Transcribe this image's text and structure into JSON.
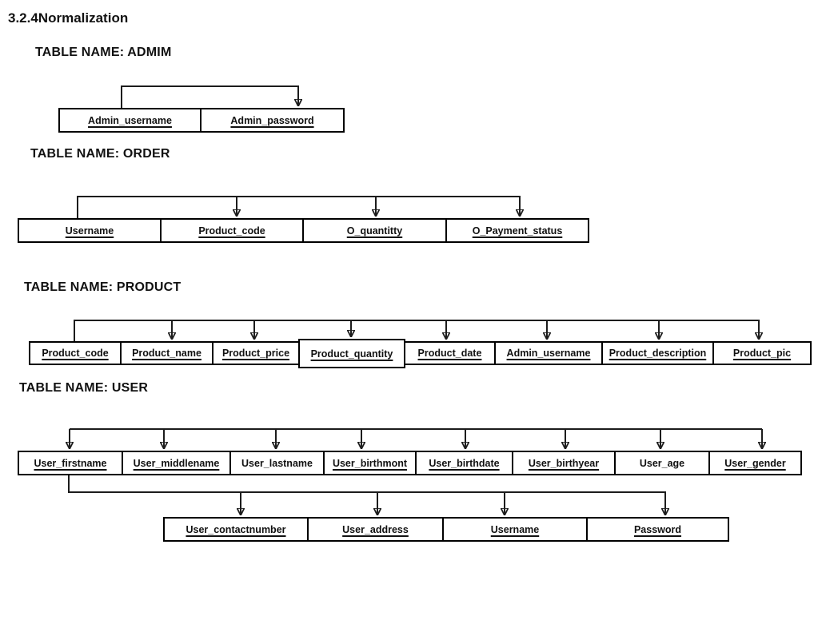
{
  "page": {
    "title": "3.2.4Normalization"
  },
  "sections": [
    {
      "heading": "TABLE NAME: ADMIM",
      "fields": [
        {
          "label": "Admin_username",
          "underlined": true
        },
        {
          "label": "Admin_password",
          "underlined": true
        }
      ]
    },
    {
      "heading": "TABLE NAME: ORDER",
      "fields": [
        {
          "label": "Username",
          "underlined": true
        },
        {
          "label": "Product_code",
          "underlined": true
        },
        {
          "label": "O_quantitty",
          "underlined": true
        },
        {
          "label": "O_Payment_status",
          "underlined": true
        }
      ]
    },
    {
      "heading": "TABLE NAME: PRODUCT",
      "fields": [
        {
          "label": "Product_code",
          "underlined": true
        },
        {
          "label": "Product_name",
          "underlined": true
        },
        {
          "label": "Product_price",
          "underlined": true
        },
        {
          "label": "Product_quantity",
          "underlined": true
        },
        {
          "label": "Product_date",
          "underlined": true
        },
        {
          "label": "Admin_username",
          "underlined": true
        },
        {
          "label": "Product_description",
          "underlined": true
        },
        {
          "label": "Product_pic",
          "underlined": true
        }
      ]
    },
    {
      "heading": "TABLE NAME: USER",
      "fields": [
        {
          "label": "User_firstname",
          "underlined": true
        },
        {
          "label": "User_middlename",
          "underlined": true
        },
        {
          "label": "User_lastname",
          "underlined": false
        },
        {
          "label": "User_birthmont",
          "underlined": true
        },
        {
          "label": "User_birthdate",
          "underlined": true
        },
        {
          "label": "User_birthyear",
          "underlined": true
        },
        {
          "label": "User_age",
          "underlined": false
        },
        {
          "label": "User_gender",
          "underlined": true
        }
      ],
      "fields_row2": [
        {
          "label": "User_contactnumber",
          "underlined": true
        },
        {
          "label": "User_address",
          "underlined": true
        },
        {
          "label": "Username",
          "underlined": true
        },
        {
          "label": "Password",
          "underlined": true
        }
      ]
    }
  ]
}
